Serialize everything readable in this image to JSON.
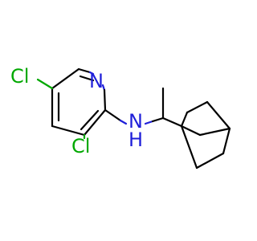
{
  "molecule": {
    "atoms": {
      "cl_top": {
        "symbol": "Cl",
        "color": "#00a800"
      },
      "cl_bottom": {
        "symbol": "Cl",
        "color": "#00a800"
      },
      "n_ring": {
        "symbol": "N",
        "color": "#1f1fd9"
      },
      "n_amine": {
        "symbol": "N",
        "color": "#1f1fd9"
      },
      "h_amine": {
        "symbol": "H",
        "color": "#1f1fd9"
      }
    },
    "colors": {
      "bond": "#000000",
      "chlorine": "#00a800",
      "nitrogen": "#1f1fd9",
      "background": "#ffffff"
    }
  }
}
